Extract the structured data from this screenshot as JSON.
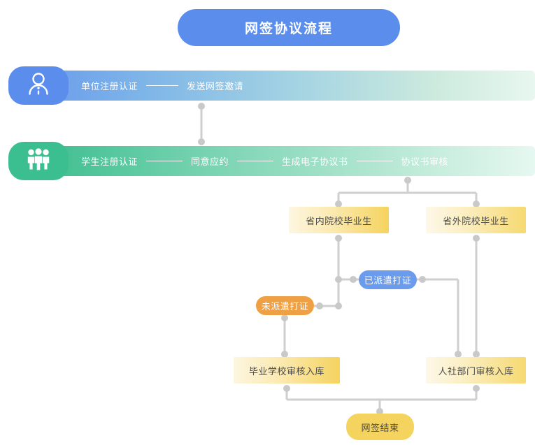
{
  "page": {
    "title": "网签协议流程",
    "background": "#ffffff"
  },
  "colors": {
    "title_pill": "#5b8ded",
    "lane_blue": "#5b8ded",
    "lane_green": "#3cbf90",
    "node_yellow": "#f5d35f",
    "node_blue": "#6b9bec",
    "node_orange": "#f0a044",
    "connector": "#cfcfcf"
  },
  "lanes": [
    {
      "id": "employer-lane",
      "icon": "person-icon",
      "color": "#5b8ded",
      "steps": [
        "单位注册认证",
        "发送网签邀请"
      ]
    },
    {
      "id": "student-lane",
      "icon": "group-people-icon",
      "color": "#3cbf90",
      "steps": [
        "学生注册认证",
        "同意应约",
        "生成电子协议书",
        "协议书审核"
      ]
    }
  ],
  "nodes": {
    "sheng_nei": "省内院校毕业生",
    "sheng_wai": "省外院校毕业生",
    "yi_paiqian": "已派遣打证",
    "wei_paiqian": "未派遣打证",
    "biye_xuexiao": "毕业学校审核入库",
    "rs_bumen": "人社部门审核入库",
    "end": "网签结束"
  }
}
